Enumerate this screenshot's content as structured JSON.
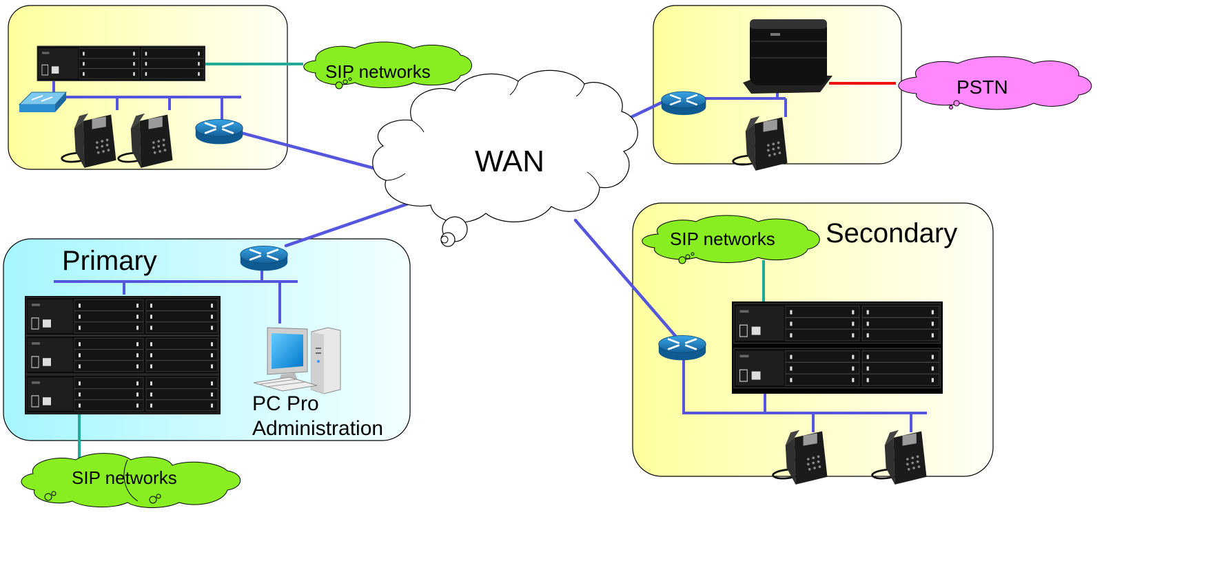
{
  "labels": {
    "wan": "WAN",
    "primary": "Primary",
    "secondary": "Secondary",
    "pstn": "PSTN",
    "pc_line1": "PC Pro",
    "pc_line2": "Administration",
    "sip_top": "SIP networks",
    "sip_secondary": "SIP networks",
    "sip_bottom": "SIP networks"
  },
  "colors": {
    "lan": "#5555dd",
    "sip_link": "#22aa99",
    "pstn_link": "#ee1111",
    "sip_cloud": "#88ee22",
    "pstn_cloud": "#ff88ff",
    "site_warm": "#ffffcc",
    "site_cool": "#ccffff",
    "router": "#1e88c8"
  },
  "icons": [
    "router-icon",
    "switch-icon",
    "ip-phone-icon",
    "server-chassis-icon",
    "small-pbx-icon",
    "pc-icon"
  ]
}
